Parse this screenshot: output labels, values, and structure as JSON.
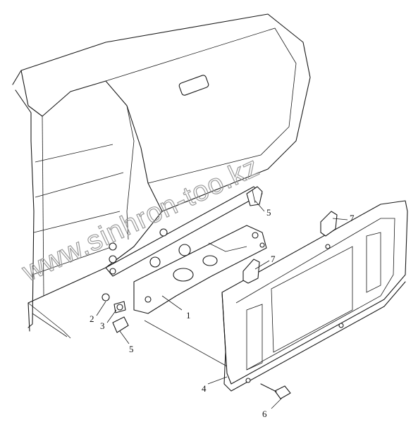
{
  "watermark": "www.sinhron-too.kz",
  "callouts": [
    {
      "id": "callout-1",
      "text": "1"
    },
    {
      "id": "callout-2",
      "text": "2"
    },
    {
      "id": "callout-3",
      "text": "3"
    },
    {
      "id": "callout-4",
      "text": "4"
    },
    {
      "id": "callout-5a",
      "text": "5"
    },
    {
      "id": "callout-5b",
      "text": "5"
    },
    {
      "id": "callout-6",
      "text": "6"
    },
    {
      "id": "callout-7a",
      "text": "7"
    },
    {
      "id": "callout-7b",
      "text": "7"
    }
  ]
}
